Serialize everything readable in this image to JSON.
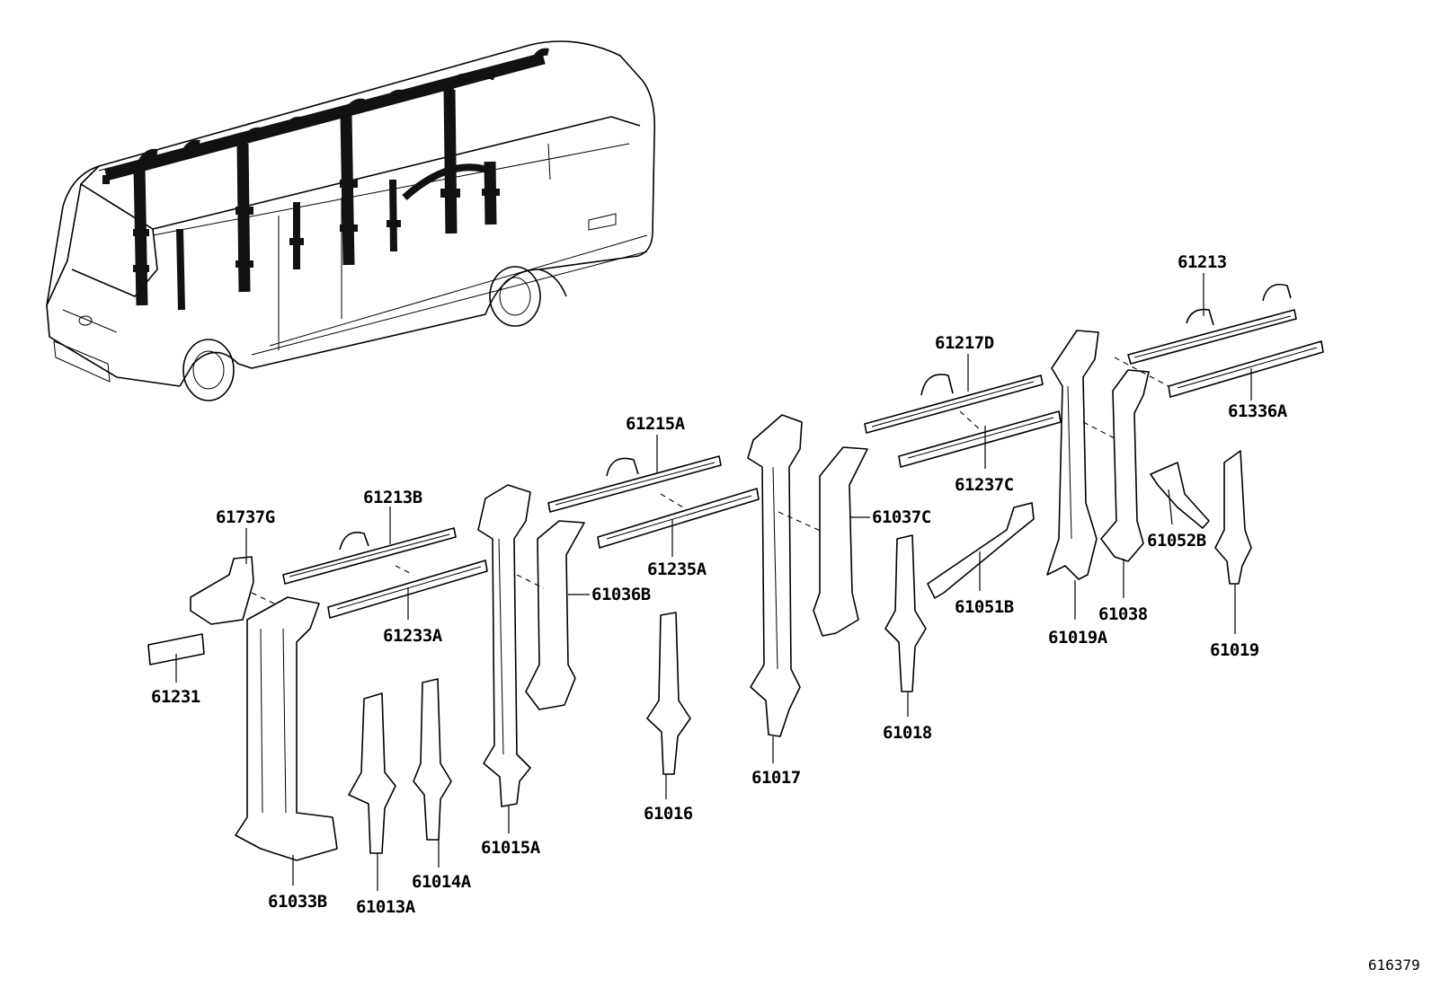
{
  "labels": {
    "p61213": "61213",
    "p61336A": "61336A",
    "p61217D": "61217D",
    "p61237C": "61237C",
    "p61215A": "61215A",
    "p61235A": "61235A",
    "p61213B": "61213B",
    "p61233A": "61233A",
    "p61737G": "61737G",
    "p61231": "61231",
    "p61033B": "61033B",
    "p61013A": "61013A",
    "p61014A": "61014A",
    "p61015A": "61015A",
    "p61036B": "61036B",
    "p61016": "61016",
    "p61017": "61017",
    "p61037C": "61037C",
    "p61018": "61018",
    "p61051B": "61051B",
    "p61019A": "61019A",
    "p61038": "61038",
    "p61052B": "61052B",
    "p61019": "61019"
  },
  "reference_number": "616379"
}
